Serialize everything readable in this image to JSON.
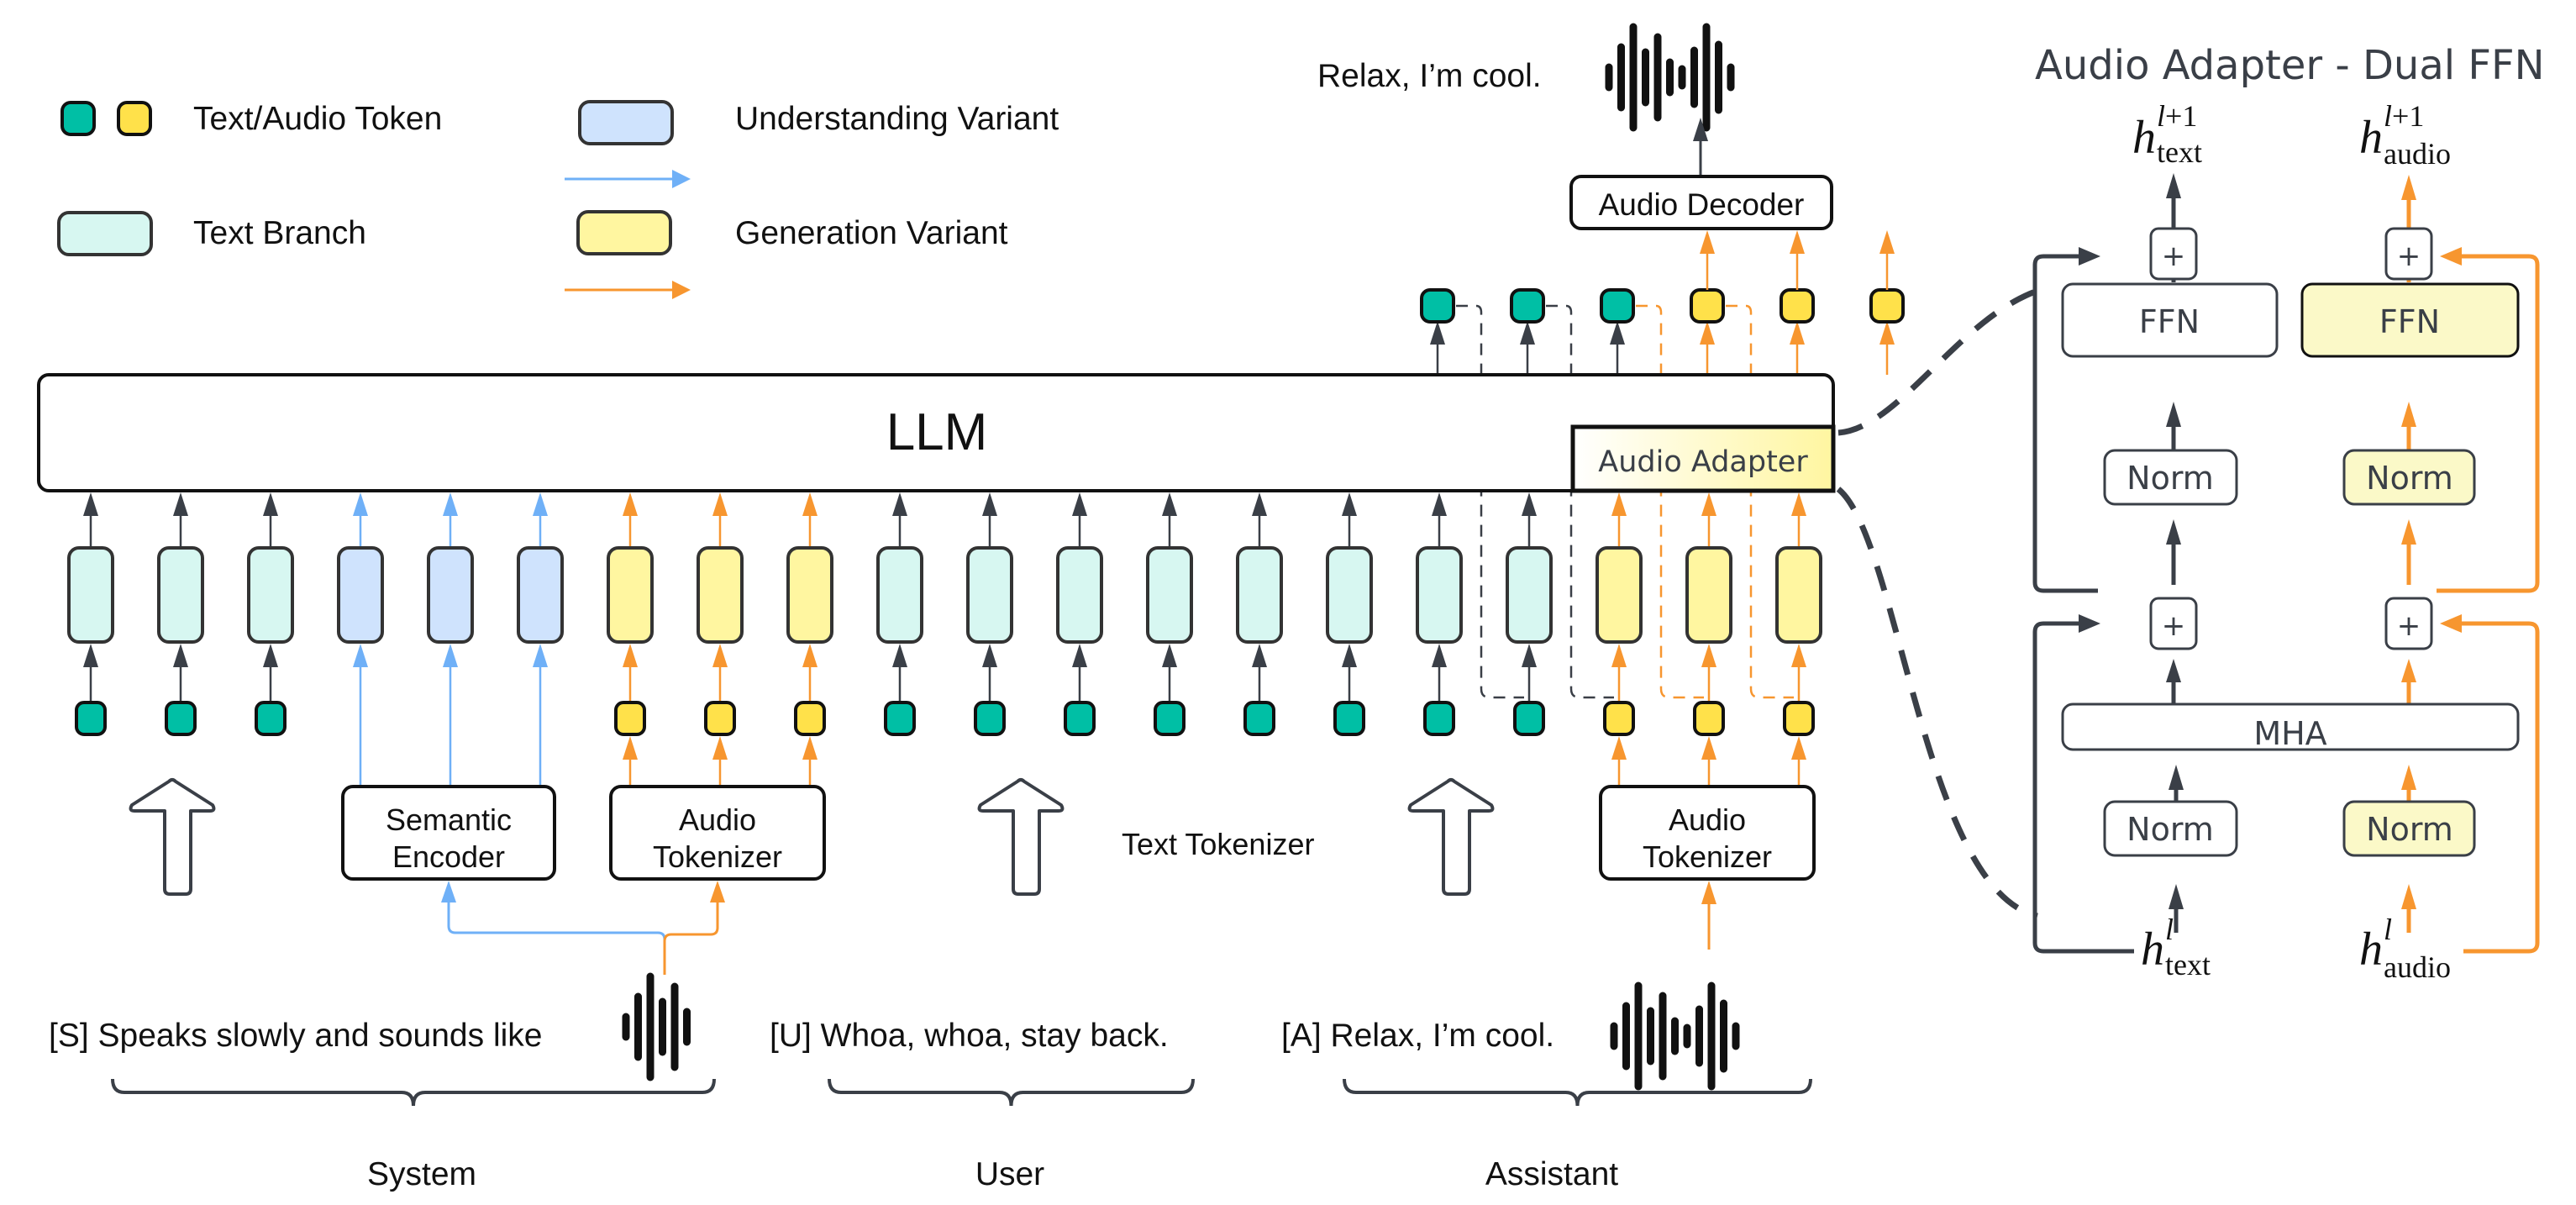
{
  "colors": {
    "text_token": "#00bfa5",
    "audio_token": "#ffe14a",
    "text_branch": "#d7f7f1",
    "understanding_variant": "#cfe3fd",
    "generation_variant": "#fff6a0",
    "dark_arrow": "#3a3f47",
    "blue_arrow": "#6fb0f7",
    "orange_arrow": "#f7962f",
    "adapter_highlight": "#fbf9c8"
  },
  "legend": {
    "token_label": "Text/Audio Token",
    "text_branch_label": "Text Branch",
    "understanding_label": "Understanding Variant",
    "generation_label": "Generation Variant"
  },
  "llm": {
    "label": "LLM",
    "adapter_label": "Audio Adapter"
  },
  "branches": [
    "text",
    "text",
    "text",
    "und",
    "und",
    "und",
    "gen",
    "gen",
    "gen",
    "text",
    "text",
    "text",
    "text",
    "text",
    "text",
    "text",
    "text",
    "gen",
    "gen",
    "gen"
  ],
  "input_tokens": [
    "text",
    "text",
    "text",
    null,
    null,
    null,
    "audio",
    "audio",
    "audio",
    "text",
    "text",
    "text",
    "text",
    "text",
    "text",
    "text",
    "text",
    "audio",
    "audio",
    "audio"
  ],
  "output_tokens": [
    "text",
    "text",
    "text",
    "audio",
    "audio",
    "audio"
  ],
  "encoders": {
    "semantic_encoder": "Semantic Encoder",
    "audio_tokenizer_1": "Audio Tokenizer",
    "text_tokenizer": "Text Tokenizer",
    "audio_tokenizer_2": "Audio Tokenizer",
    "audio_decoder": "Audio Decoder"
  },
  "output_text": "Relax, I’m cool.",
  "prompts": {
    "system_text": "[S] Speaks slowly and sounds like",
    "user_text": "[U] Whoa, whoa, stay back.",
    "assistant_text": "[A] Relax, I’m cool.",
    "system_label": "System",
    "user_label": "User",
    "assistant_label": "Assistant"
  },
  "adapter_detail": {
    "title": "Audio Adapter - Dual FFN",
    "ffn_text": "FFN",
    "ffn_audio": "FFN",
    "norm_text_top": "Norm",
    "norm_audio_top": "Norm",
    "mha": "MHA",
    "norm_text_bottom": "Norm",
    "norm_audio_bottom": "Norm",
    "plus": "+",
    "h_symbol": "h",
    "sup_next": "l+1",
    "sup_curr": "l",
    "sub_text": "text",
    "sub_audio": "audio"
  }
}
